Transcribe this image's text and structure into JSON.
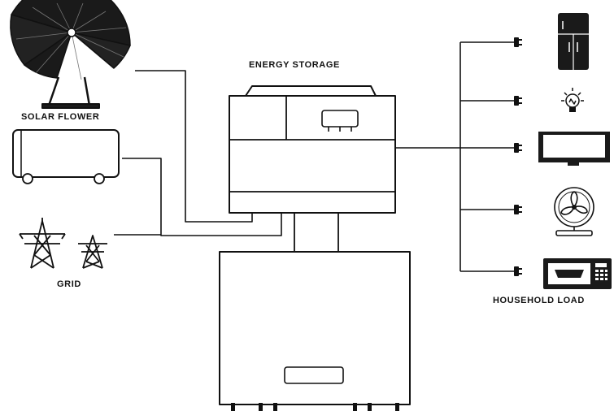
{
  "labels": {
    "energy_storage": "ENERGY STORAGE",
    "solar_flower": "SOLAR FLOWER",
    "grid": "GRID",
    "household_load": "HOUSEHOLD LOAD"
  },
  "colors": {
    "line": "#111111",
    "fill_dark": "#1a1a1a",
    "background": "#ffffff"
  },
  "icons": {
    "solar_flower": "solar-flower-icon",
    "solar_panel": "solar-panel-box-icon",
    "grid": "transmission-tower-icon",
    "fridge": "refrigerator-icon",
    "bulb": "light-bulb-icon",
    "tv": "television-icon",
    "fan": "fan-icon",
    "microwave": "microwave-icon"
  }
}
